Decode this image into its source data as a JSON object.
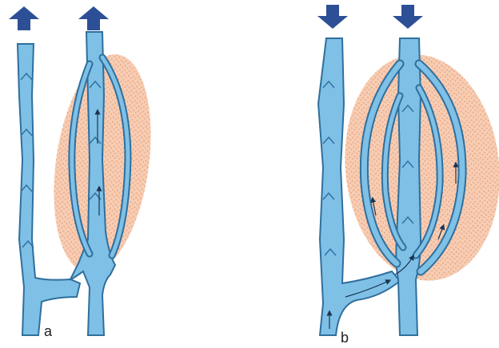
{
  "panels": [
    {
      "label": "a",
      "flow": "up"
    },
    {
      "label": "b",
      "flow": "down"
    }
  ],
  "colors": {
    "vein_fill": "#7fc0e6",
    "vein_outline": "#2f6f9e",
    "vein_highlight": "#b9dff5",
    "tissue": "#f1b48f",
    "tissue_speckle": "#e08a64",
    "arrow": "#2c4f95",
    "flow_arrow": "#1a3450"
  }
}
